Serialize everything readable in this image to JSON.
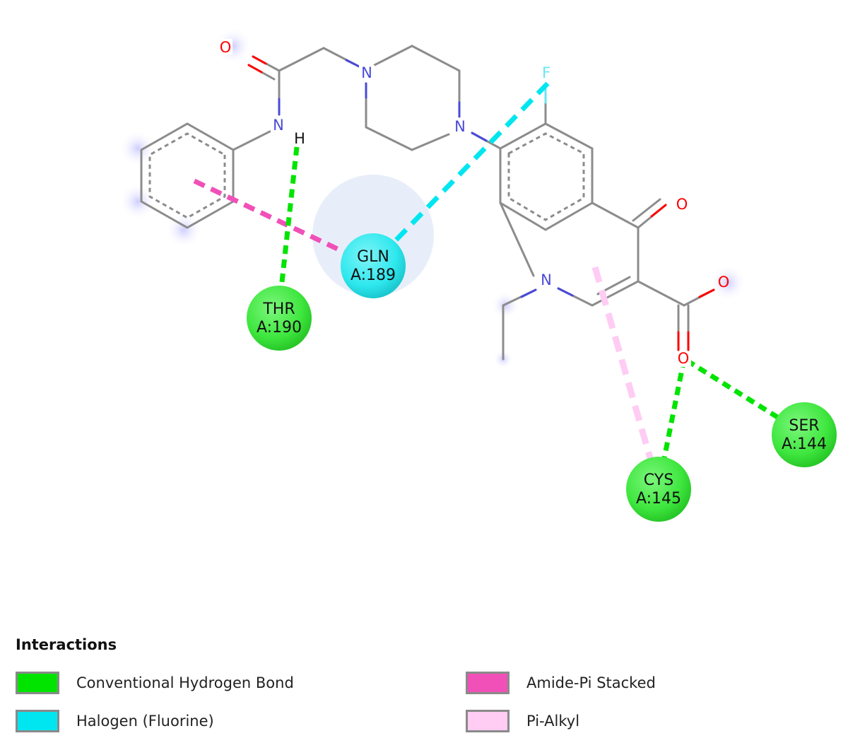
{
  "atoms": {
    "o_amide": "O",
    "n_amide": "N",
    "h_amide": "H",
    "n_pip1": "N",
    "n_pip2": "N",
    "f": "F",
    "o_ketone": "O",
    "n_quin": "N",
    "o_acid1": "O",
    "o_acid2": "O"
  },
  "residues": {
    "thr": {
      "name": "THR",
      "id": "A:190"
    },
    "gln": {
      "name": "GLN",
      "id": "A:189"
    },
    "cys": {
      "name": "CYS",
      "id": "A:145"
    },
    "ser": {
      "name": "SER",
      "id": "A:144"
    }
  },
  "legend": {
    "title": "Interactions",
    "items": [
      {
        "label": "Conventional Hydrogen Bond",
        "color": "#00e400"
      },
      {
        "label": "Halogen (Fluorine)",
        "color": "#00e6f0"
      },
      {
        "label": "Amide-Pi Stacked",
        "color": "#f050b8"
      },
      {
        "label": "Pi-Alkyl",
        "color": "#ffccf4"
      }
    ]
  },
  "colors": {
    "bond": "#8c8c8c",
    "nitrogen": "#4a4ad8",
    "oxygen": "#ff0000",
    "fluorine": "#66e8f0",
    "hbond": "#00e400",
    "halogen": "#00e6f0",
    "amide_pi": "#f050b8",
    "pi_alkyl": "#ffccf4",
    "residue_green": "#3ee63e",
    "residue_cyan": "#2ee8ee"
  }
}
